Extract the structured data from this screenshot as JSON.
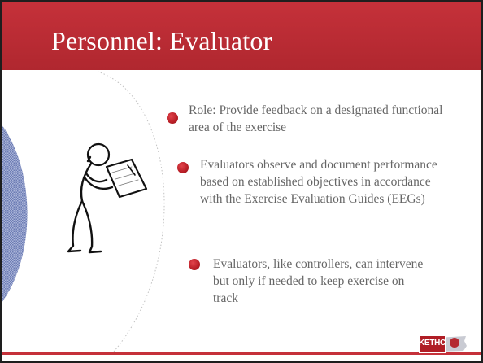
{
  "slide": {
    "title": "Personnel: Evaluator",
    "bullets": [
      {
        "text": "Role: Provide feedback on a designated functional area of the exercise"
      },
      {
        "text": "Evaluators observe and document performance based on established objectives in accordance with the Exercise Evaluation Guides (EEGs)"
      },
      {
        "text": "Evaluators, like controllers, can intervene but only if needed to keep exercise on track"
      }
    ],
    "logo_text": "KETHC"
  },
  "colors": {
    "title_bar": "#c5313a",
    "bullet_dot": "#c0222b",
    "body_text": "#666666",
    "half_circle": "#8090c0"
  },
  "icons": {
    "figure": "stick-figure-with-clipboard-icon",
    "logo": "tennessee-state-logo"
  }
}
